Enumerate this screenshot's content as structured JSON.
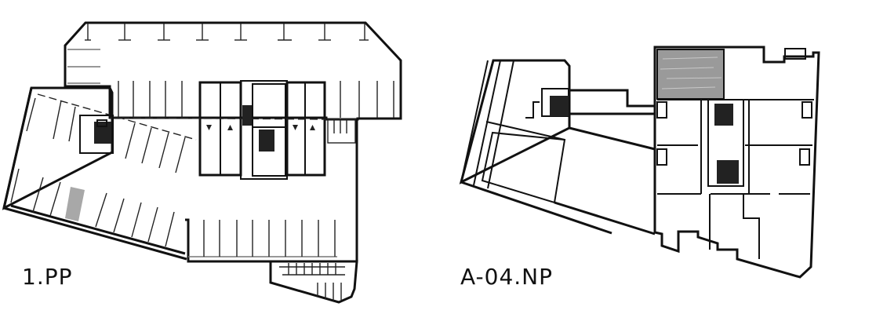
{
  "plans": [
    {
      "id": "1pp",
      "label": "1.PP",
      "description": "Underground parking level floor plan"
    },
    {
      "id": "a04np",
      "label": "A-04.NP",
      "description": "Above-ground floor plan with apartments"
    }
  ],
  "colors": {
    "background": "#ffffff",
    "walls": "#111111",
    "hatch_fill": "#9a9a9a",
    "highlight_parking_bay": "#a8a8a8"
  }
}
